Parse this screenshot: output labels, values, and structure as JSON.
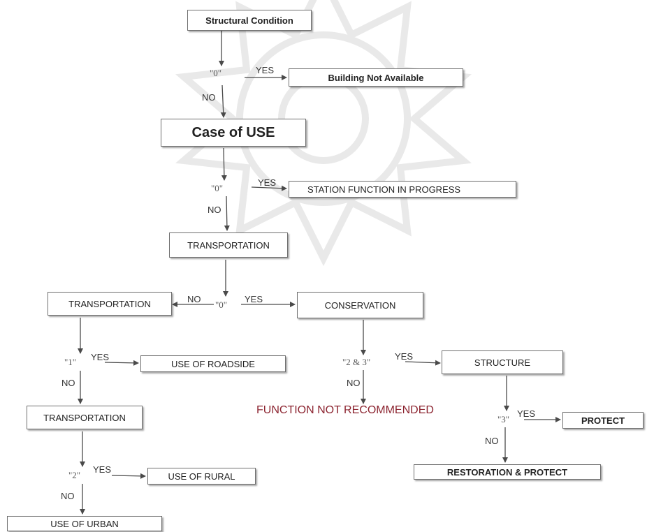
{
  "nodes": {
    "structural_condition": "Structural Condition",
    "building_not_available": "Building Not Available",
    "case_of_use": "Case of USE",
    "station_function": "STATION FUNCTION IN PROGRESS",
    "transportation_center": "TRANSPORTATION",
    "transportation_left": "TRANSPORTATION",
    "conservation": "CONSERVATION",
    "use_of_roadside": "USE OF ROADSIDE",
    "structure": "STRUCTURE",
    "transportation_lower": "TRANSPORTATION",
    "protect": "PROTECT",
    "use_of_rural": "USE OF RURAL",
    "restoration_protect": "RESTORATION & PROTECT",
    "use_of_urban": "USE OF URBAN"
  },
  "conditions": {
    "c0_first": "\"0\"",
    "c0_second": "\"0\"",
    "c0_third": "\"0\"",
    "c1": "\"1\"",
    "c2_and_3": "\"2 & 3\"",
    "c2": "\"2\"",
    "c3": "\"3\""
  },
  "labels": {
    "yes": "YES",
    "no": "NO"
  },
  "notes": {
    "function_not_recommended": "FUNCTION NOT RECOMMENDED"
  },
  "colors": {
    "line": "#4a4a4a",
    "box_border": "#6f6f6f",
    "warning_text": "#8c2430",
    "watermark": "#e6e6e6"
  }
}
